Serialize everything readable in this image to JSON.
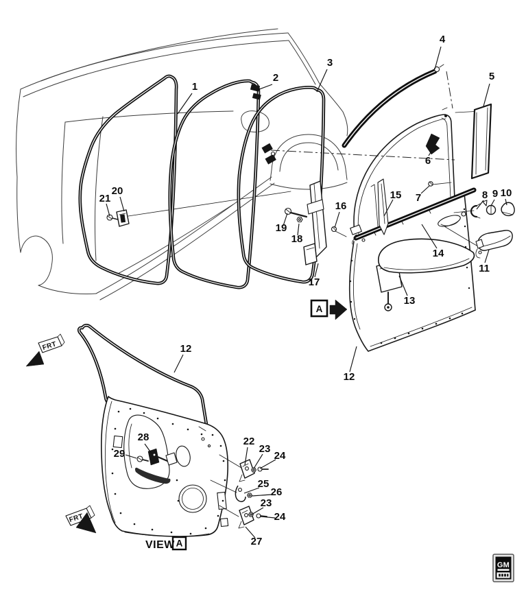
{
  "diagram": {
    "description": "Exploded parts diagram - front side door weatherstrips, moldings, mirror, handle and hinges"
  },
  "callouts": {
    "c1": "1",
    "c2": "2",
    "c3": "3",
    "c4": "4",
    "c5": "5",
    "c6": "6",
    "c7": "7",
    "c8": "8",
    "c9": "9",
    "c10": "10",
    "c11": "11",
    "c12": "12",
    "c13": "13",
    "c14": "14",
    "c15": "15",
    "c16": "16",
    "c17": "17",
    "c18": "18",
    "c19": "19",
    "c20": "20",
    "c21": "21",
    "c22": "22",
    "c23": "23",
    "c24": "24",
    "c25": "25",
    "c26": "26",
    "c27": "27",
    "c28": "28",
    "c29": "29"
  },
  "labels": {
    "frt": "FRT",
    "view": "VIEW",
    "letter_a": "A",
    "gm": "GM"
  }
}
